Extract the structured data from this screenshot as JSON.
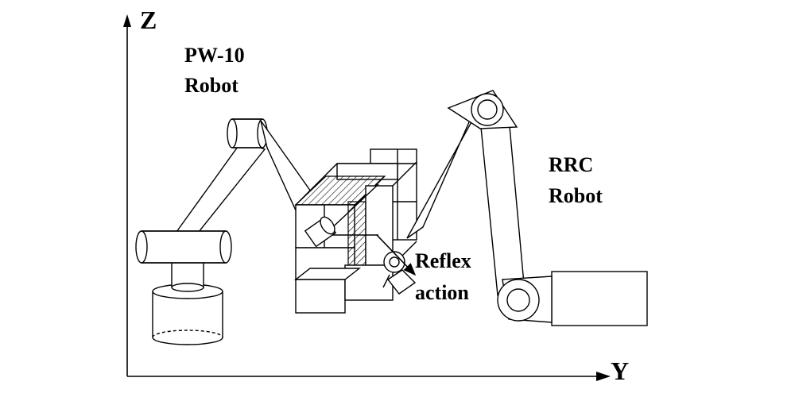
{
  "axes": {
    "z_label": "Z",
    "y_label": "Y"
  },
  "robots": {
    "left": {
      "line1": "PW-10",
      "line2": "Robot"
    },
    "right": {
      "line1": "RRC",
      "line2": "Robot"
    }
  },
  "annotation": {
    "line1": "Reflex",
    "line2": "action"
  },
  "colors": {
    "ink": "#000000",
    "background": "#ffffff"
  }
}
